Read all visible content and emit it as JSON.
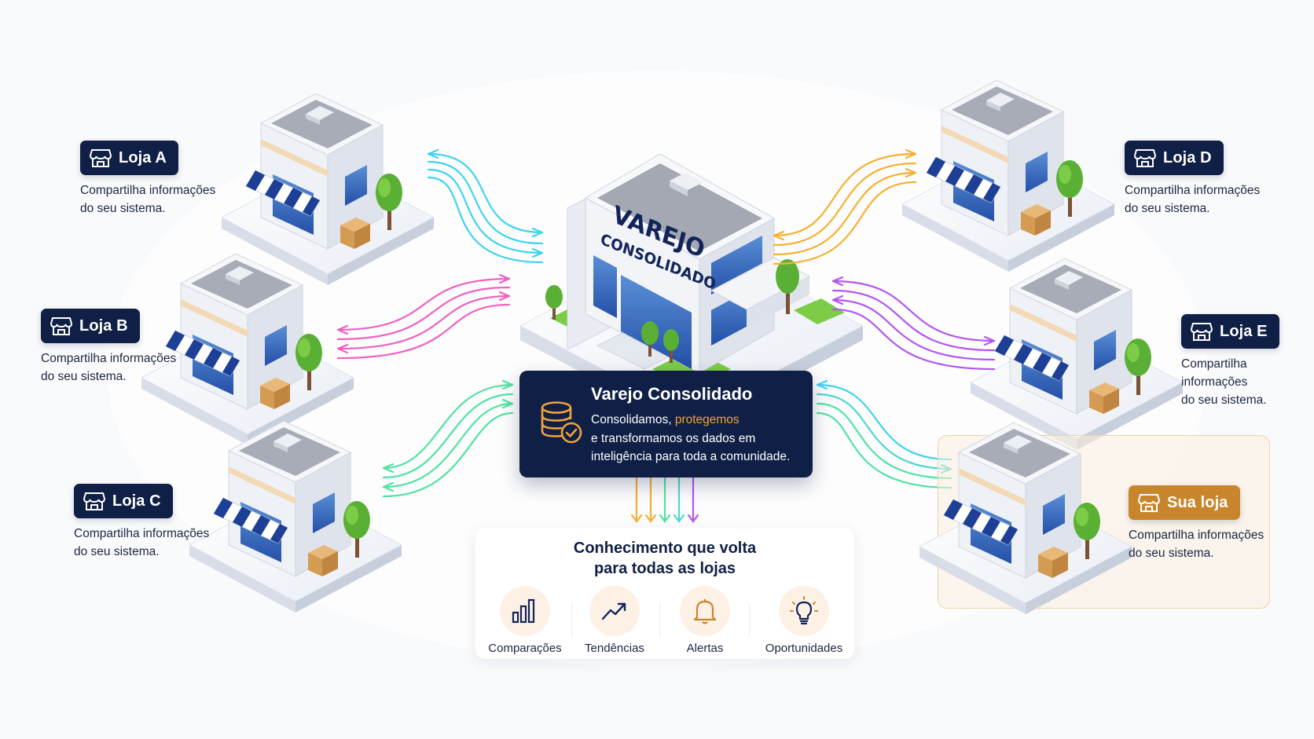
{
  "stores": [
    {
      "id": "a",
      "name": "Loja A",
      "desc_line1": "Compartilha informações",
      "desc_line2": "do seu sistema."
    },
    {
      "id": "b",
      "name": "Loja B",
      "desc_line1": "Compartilha informações",
      "desc_line2": "do seu sistema."
    },
    {
      "id": "c",
      "name": "Loja C",
      "desc_line1": "Compartilha informações",
      "desc_line2": "do seu sistema."
    },
    {
      "id": "d",
      "name": "Loja D",
      "desc_line1": "Compartilha informações",
      "desc_line2": "do seu sistema."
    },
    {
      "id": "e",
      "name": "Loja E",
      "desc_line1": "Compartilha informações",
      "desc_line2": "do seu sistema."
    },
    {
      "id": "sua",
      "name": "Sua loja",
      "desc_line1": "Compartilha informações",
      "desc_line2": "do seu sistema."
    }
  ],
  "building": {
    "sign_line1": "VAREJO",
    "sign_line2": "CONSOLIDADO"
  },
  "hub": {
    "title": "Varejo Consolidado",
    "text_start": "Consolidamos, ",
    "text_accent": "protegemos",
    "text_line2": "e transformamos os dados em",
    "text_line3": "inteligência para toda a comunidade."
  },
  "knowledge": {
    "title_line1": "Conhecimento que volta",
    "title_line2": "para todas as lojas",
    "items": [
      {
        "label": "Comparações",
        "icon": "bar-chart-icon"
      },
      {
        "label": "Tendências",
        "icon": "trend-up-icon"
      },
      {
        "label": "Alertas",
        "icon": "bell-icon"
      },
      {
        "label": "Oportunidades",
        "icon": "lightbulb-icon"
      }
    ]
  },
  "colors": {
    "navy": "#0f1f45",
    "gold": "#c9852b",
    "accent_orange": "#f2a33a",
    "flow_cyan": "#3fd3f0",
    "flow_pink": "#f060c0",
    "flow_green": "#4fe3a0",
    "flow_orange": "#f5b030",
    "flow_purple": "#b456f0"
  }
}
